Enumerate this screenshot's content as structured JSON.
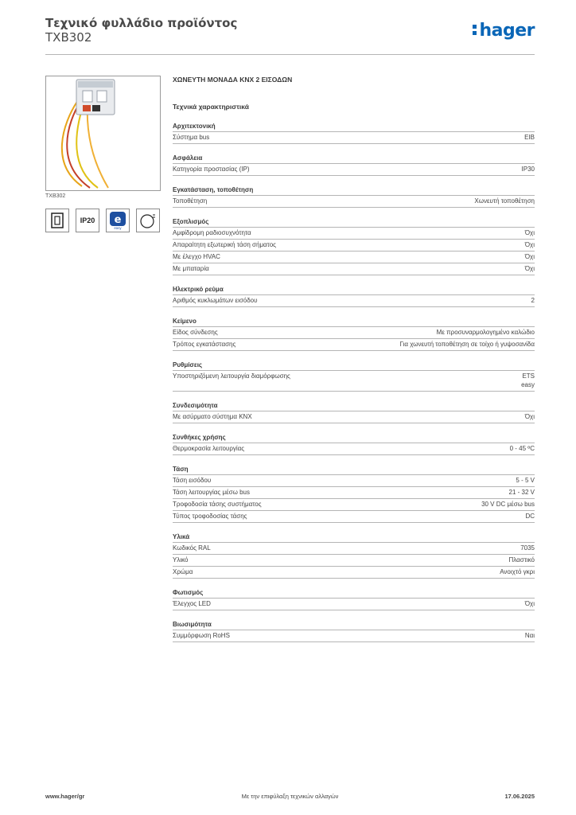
{
  "header": {
    "title": "Τεχνικό φυλλάδιο προϊόντος",
    "code": "TXB302",
    "logo": "hager"
  },
  "image": {
    "caption": "TXB302"
  },
  "icons": [
    {
      "name": "flush-mount-box-icon"
    },
    {
      "name": "ip20-icon",
      "label": "IP20"
    },
    {
      "name": "easy-logo-icon",
      "label": "easy"
    },
    {
      "name": "circle-connector-icon"
    }
  ],
  "product_name": "ΧΩΝΕΥΤΗ ΜΟΝΑΔΑ KNX 2 ΕΙΣΟΔΩΝ",
  "section_heading": "Τεχνικά χαρακτηριστικά",
  "groups": [
    {
      "title": "Αρχιτεκτονική",
      "rows": [
        {
          "label": "Σύστημα bus",
          "value": "EIB"
        }
      ]
    },
    {
      "title": "Ασφάλεια",
      "rows": [
        {
          "label": "Κατηγορία προστασίας (IP)",
          "value": "IP30"
        }
      ]
    },
    {
      "title": "Εγκατάσταση, τοποθέτηση",
      "rows": [
        {
          "label": "Τοποθέτηση",
          "value": "Χωνευτή τοποθέτηση"
        }
      ]
    },
    {
      "title": "Εξοπλισμός",
      "rows": [
        {
          "label": "Αμφίδρομη ραδιοσυχνότητα",
          "value": "Όχι"
        },
        {
          "label": "Απαραίτητη εξωτερική τάση σήματος",
          "value": "Όχι"
        },
        {
          "label": "Με έλεγχο HVAC",
          "value": "Όχι"
        },
        {
          "label": "Με μπαταρία",
          "value": "Όχι"
        }
      ]
    },
    {
      "title": "Ηλεκτρικό ρεύμα",
      "rows": [
        {
          "label": "Αριθμός κυκλωμάτων εισόδου",
          "value": "2"
        }
      ]
    },
    {
      "title": "Κείμενο",
      "rows": [
        {
          "label": "Είδος σύνδεσης",
          "value": "Με προσυναρμολογημένο καλώδιο"
        },
        {
          "label": "Τρόπος εγκατάστασης",
          "value": "Για χωνευτή τοποθέτηση σε τοίχο ή γυψοσανίδα"
        }
      ]
    },
    {
      "title": "Ρυθμίσεις",
      "rows": [
        {
          "label": "Υποστηριζόμενη λειτουργία διαμόρφωσης",
          "value": "ETS\neasy"
        }
      ]
    },
    {
      "title": "Συνδεσιμότητα",
      "rows": [
        {
          "label": "Με ασύρματο σύστημα KNX",
          "value": "Όχι"
        }
      ]
    },
    {
      "title": "Συνθήκες χρήσης",
      "rows": [
        {
          "label": "Θερμοκρασία λειτουργίας",
          "value": "0 - 45 ºC"
        }
      ]
    },
    {
      "title": "Τάση",
      "rows": [
        {
          "label": "Τάση εισόδου",
          "value": "5 - 5 V"
        },
        {
          "label": "Τάση λειτουργίας μέσω bus",
          "value": "21 - 32 V"
        },
        {
          "label": "Τροφοδοσία τάσης συστήματος",
          "value": "30 V DC μέσω bus"
        },
        {
          "label": "Τύπος τροφοδοσίας τάσης",
          "value": "DC"
        }
      ]
    },
    {
      "title": "Υλικά",
      "rows": [
        {
          "label": "Κωδικός RAL",
          "value": "7035"
        },
        {
          "label": "Υλικό",
          "value": "Πλαστικό"
        },
        {
          "label": "Χρώμα",
          "value": "Ανοιχτό γκρι"
        }
      ]
    },
    {
      "title": "Φωτισμός",
      "rows": [
        {
          "label": "Έλεγχος LED",
          "value": "Όχι"
        }
      ]
    },
    {
      "title": "Βιωσιμότητα",
      "rows": [
        {
          "label": "Συμμόρφωση RoHS",
          "value": "Ναι"
        }
      ]
    }
  ],
  "footer": {
    "url": "www.hager/gr",
    "note": "Με την επιφύλαξη τεχνικών αλλαγών",
    "date": "17.06.2025"
  }
}
